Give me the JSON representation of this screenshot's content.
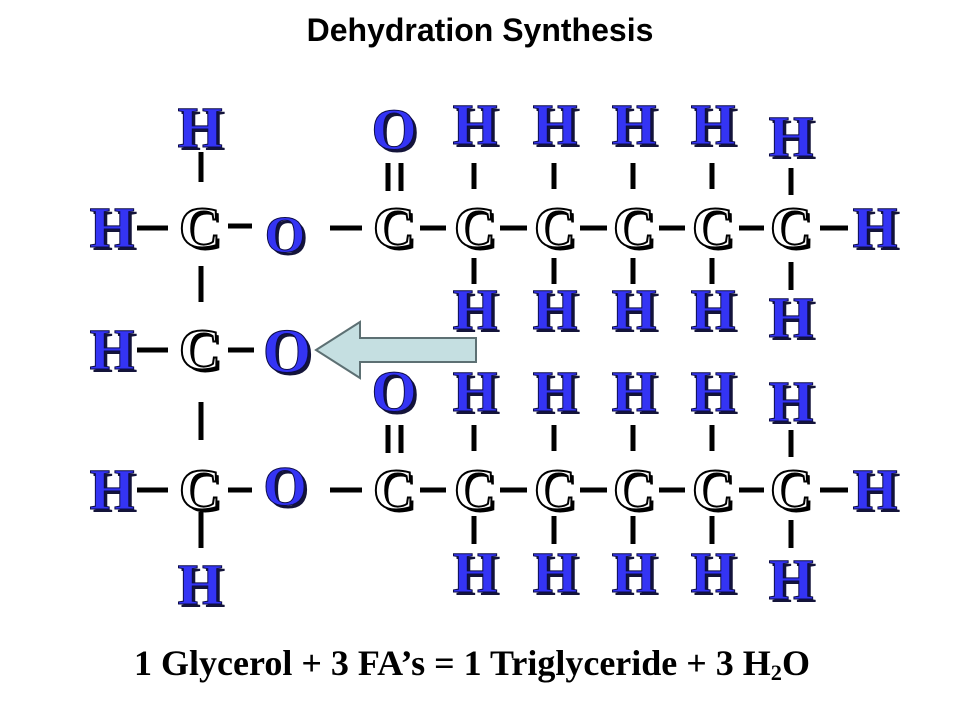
{
  "title": "Dehydration Synthesis",
  "glycerol": {
    "top_hydrogen": "H",
    "rows": [
      {
        "hydrogen": "H",
        "carbon": "C",
        "oxygen": "O"
      },
      {
        "hydrogen": "H",
        "carbon": "C",
        "oxygen": "O"
      },
      {
        "hydrogen": "H",
        "carbon": "C",
        "oxygen": "O"
      }
    ],
    "bottom_hydrogen": "H"
  },
  "fatty_acids": [
    {
      "carbonyl_oxygen": "O",
      "carbons": [
        "C",
        "C",
        "C",
        "C",
        "C",
        "C"
      ],
      "top_hydrogens": [
        "H",
        "H",
        "H",
        "H",
        "H"
      ],
      "bottom_hydrogens": [
        "H",
        "H",
        "H",
        "H",
        "H"
      ],
      "terminal_hydrogen": "H"
    },
    {
      "carbonyl_oxygen": "O",
      "carbons": [
        "C",
        "C",
        "C",
        "C",
        "C",
        "C"
      ],
      "top_hydrogens": [
        "H",
        "H",
        "H",
        "H",
        "H"
      ],
      "bottom_hydrogens": [
        "H",
        "H",
        "H",
        "H",
        "H"
      ],
      "terminal_hydrogen": "H"
    }
  ],
  "equation": {
    "main": "1 Glycerol + 3 FA’s = 1 Triglyceride + 3 H",
    "subscript": "2",
    "tail": "O"
  },
  "colors": {
    "hydrogen_oxygen": "#3434f4",
    "carbon": "#ffffff",
    "bond": "#000000",
    "arrow_fill": "#c5dfe1",
    "arrow_outline": "#5d7073"
  }
}
